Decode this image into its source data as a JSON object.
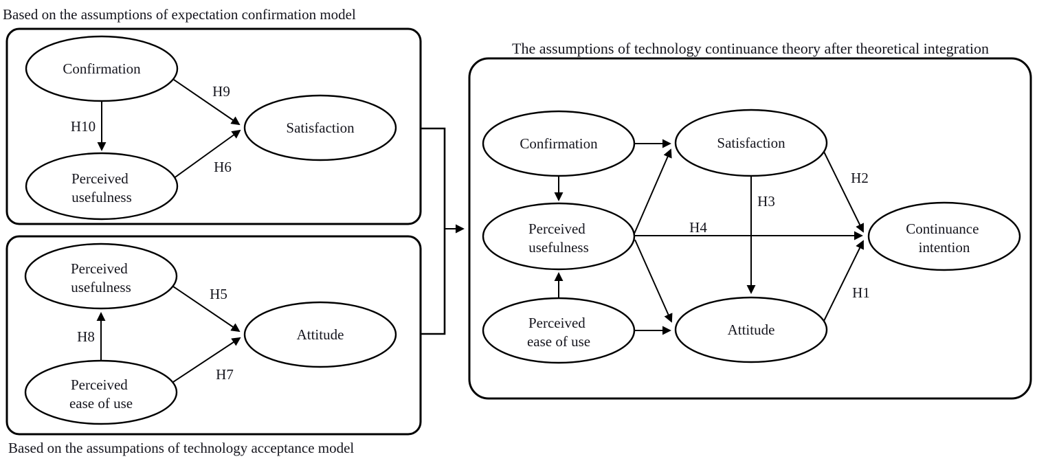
{
  "colors": {
    "stroke": "#000000",
    "ink": "#15151d",
    "background": "#ffffff"
  },
  "panels": {
    "ecm": {
      "caption": "Based on the assumptions of expectation confirmation model",
      "nodes": {
        "confirmation": {
          "label": "Confirmation"
        },
        "satisfaction": {
          "label": "Satisfaction"
        },
        "perceived_usefulness": {
          "line1": "Perceived",
          "line2": "usefulness"
        }
      },
      "hypotheses": {
        "h9": "H9",
        "h10": "H10",
        "h6": "H6"
      }
    },
    "tam": {
      "caption": "Based on the assumpations of technology acceptance model",
      "nodes": {
        "perceived_usefulness": {
          "line1": "Perceived",
          "line2": "usefulness"
        },
        "attitude": {
          "label": "Attitude"
        },
        "perceived_ease_of_use": {
          "line1": "Perceived",
          "line2": "ease of use"
        }
      },
      "hypotheses": {
        "h5": "H5",
        "h8": "H8",
        "h7": "H7"
      }
    },
    "tct": {
      "title": "The assumptions of technology continuance theory after theoretical integration",
      "nodes": {
        "confirmation": {
          "label": "Confirmation"
        },
        "satisfaction": {
          "label": "Satisfaction"
        },
        "perceived_usefulness": {
          "line1": "Perceived",
          "line2": "usefulness"
        },
        "perceived_ease_of_use": {
          "line1": "Perceived",
          "line2": "ease of use"
        },
        "attitude": {
          "label": "Attitude"
        },
        "continuance_intention": {
          "line1": "Continuance",
          "line2": "intention"
        }
      },
      "hypotheses": {
        "h1": "H1",
        "h2": "H2",
        "h3": "H3",
        "h4": "H4"
      }
    }
  }
}
